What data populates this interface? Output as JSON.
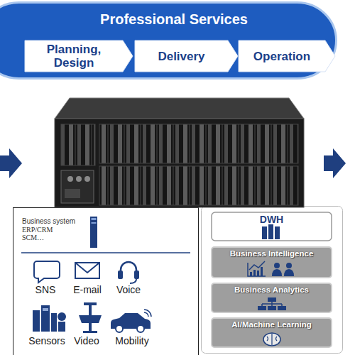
{
  "diagram": {
    "nodes": [
      {
        "text": [
          "Professional Services"
        ]
      },
      {
        "text": [
          "Planning, Design"
        ],
        "in": 0
      },
      {
        "text": [
          "Delivery"
        ],
        "in": 0
      },
      {
        "text": [
          "Operation"
        ],
        "in": 0
      },
      {
        "text": [
          "Business system",
          "ERP/CRM SCM…",
          "SNS",
          "E-mail",
          "Voice",
          "Sensors",
          "Video",
          "Mobility"
        ]
      },
      {
        "text": []
      },
      {
        "text": [
          "DWH"
        ],
        "in": 5
      },
      {
        "text": [
          "Business Intelligence"
        ],
        "in": 5
      },
      {
        "text": [
          "Business Analytics"
        ],
        "in": 5
      },
      {
        "text": [
          "AI/Machine Learning"
        ],
        "in": 5
      }
    ]
  }
}
